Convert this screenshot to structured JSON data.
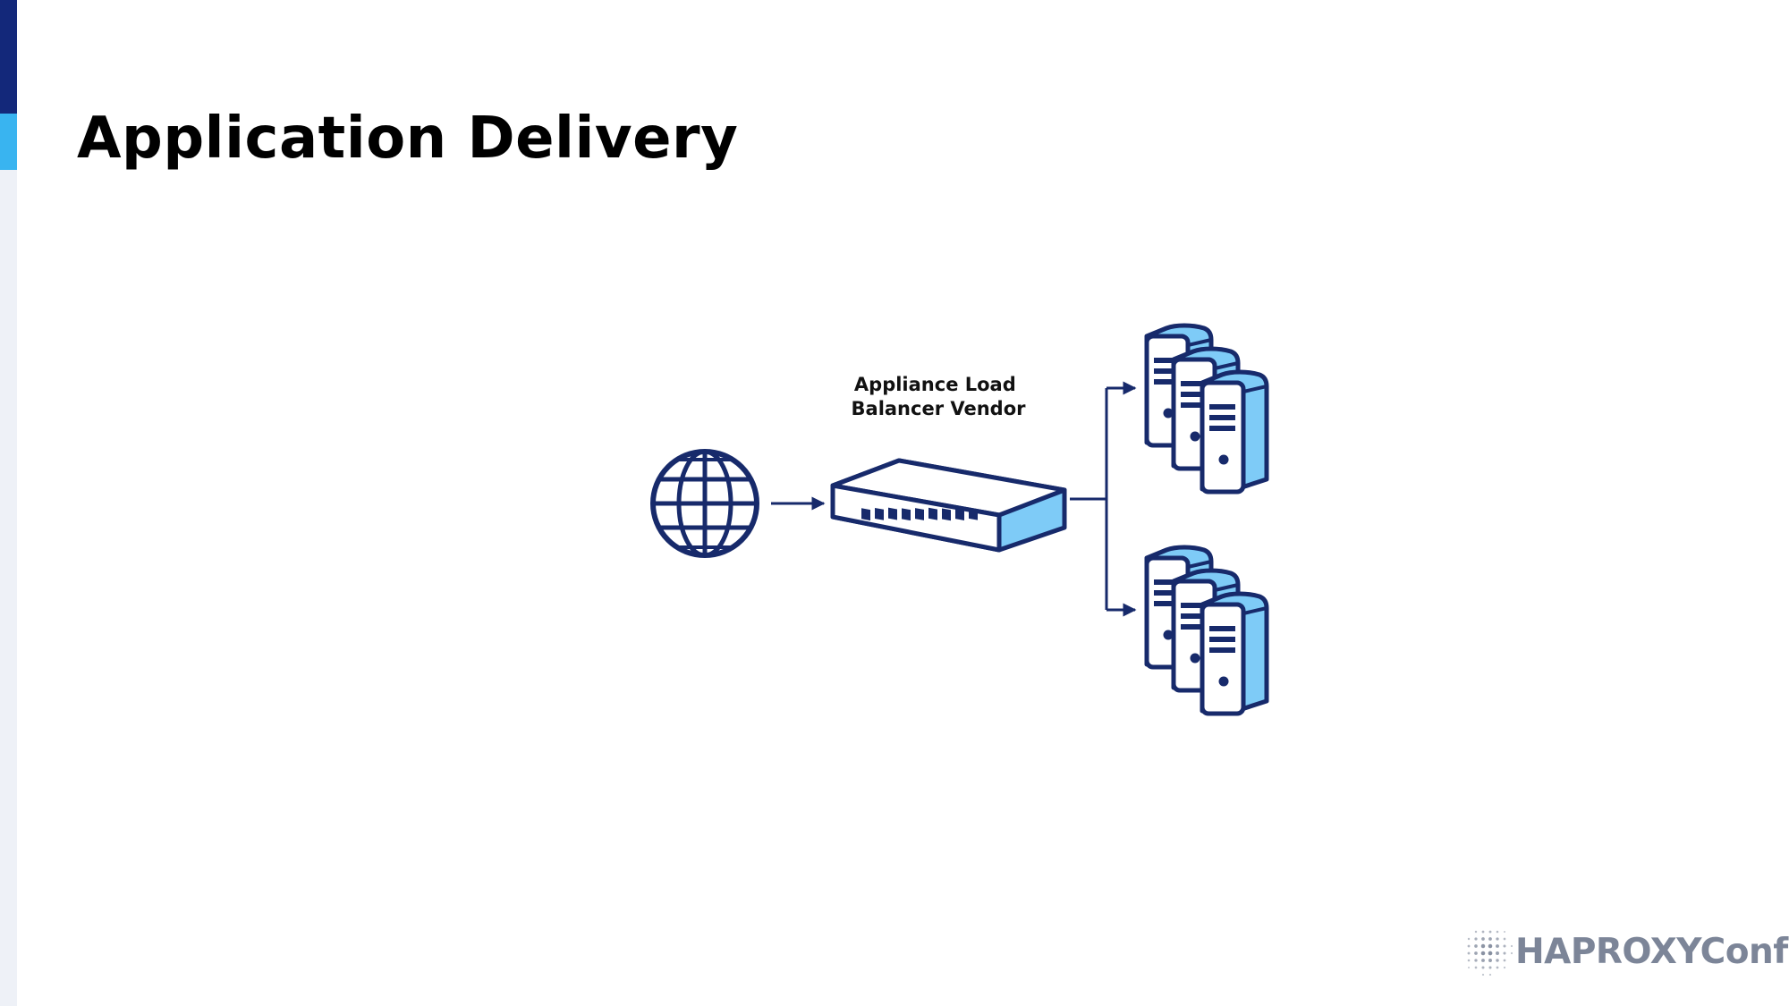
{
  "slide": {
    "title": "Application Delivery"
  },
  "diagram": {
    "nodes": [
      {
        "id": "internet",
        "icon": "globe-icon"
      },
      {
        "id": "load-balancer",
        "icon": "network-appliance-icon",
        "label_lines": [
          "Appliance Load",
          "Balancer Vendor"
        ]
      },
      {
        "id": "server-group-top",
        "icon": "server-stack-icon"
      },
      {
        "id": "server-group-bottom",
        "icon": "server-stack-icon"
      }
    ],
    "edges": [
      {
        "from": "internet",
        "to": "load-balancer"
      },
      {
        "from": "load-balancer",
        "to": "server-group-top"
      },
      {
        "from": "load-balancer",
        "to": "server-group-bottom"
      }
    ]
  },
  "branding": {
    "logo_text": "HAPROXYConf",
    "logo_icon": "haproxy-dot-grid-icon"
  },
  "colors": {
    "navy": "#172a6b",
    "light_blue": "#7ecbf7",
    "accent_dark": "#13287a",
    "accent_light": "#39b4f0",
    "logo_gray": "#7c8598"
  }
}
